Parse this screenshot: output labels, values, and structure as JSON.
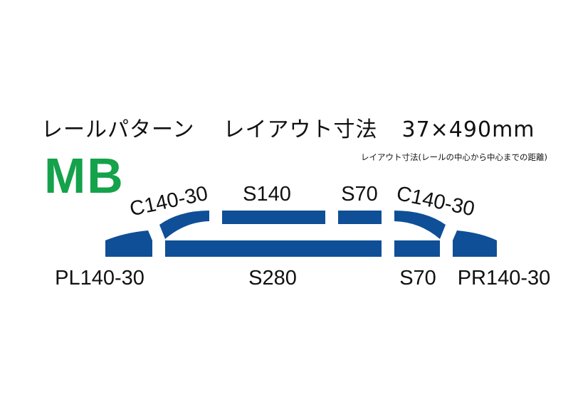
{
  "title": {
    "pattern": "レールパターン",
    "dimension_label": "レイアウト寸法",
    "dimension_value": "37×490mm"
  },
  "note": "レイアウト寸法(レールの中心から中心までの距離)",
  "plan_code": "MB",
  "colors": {
    "track": "#0f4f97",
    "code": "#14a24a",
    "text": "#111111"
  },
  "tracks": {
    "top_left_curve": "C140-30",
    "top_straight_long": "S140",
    "top_straight_short": "S70",
    "top_right_curve": "C140-30",
    "bottom_left_turnout": "PL140-30",
    "bottom_straight_long": "S280",
    "bottom_straight_short": "S70",
    "bottom_right_turnout": "PR140-30"
  }
}
